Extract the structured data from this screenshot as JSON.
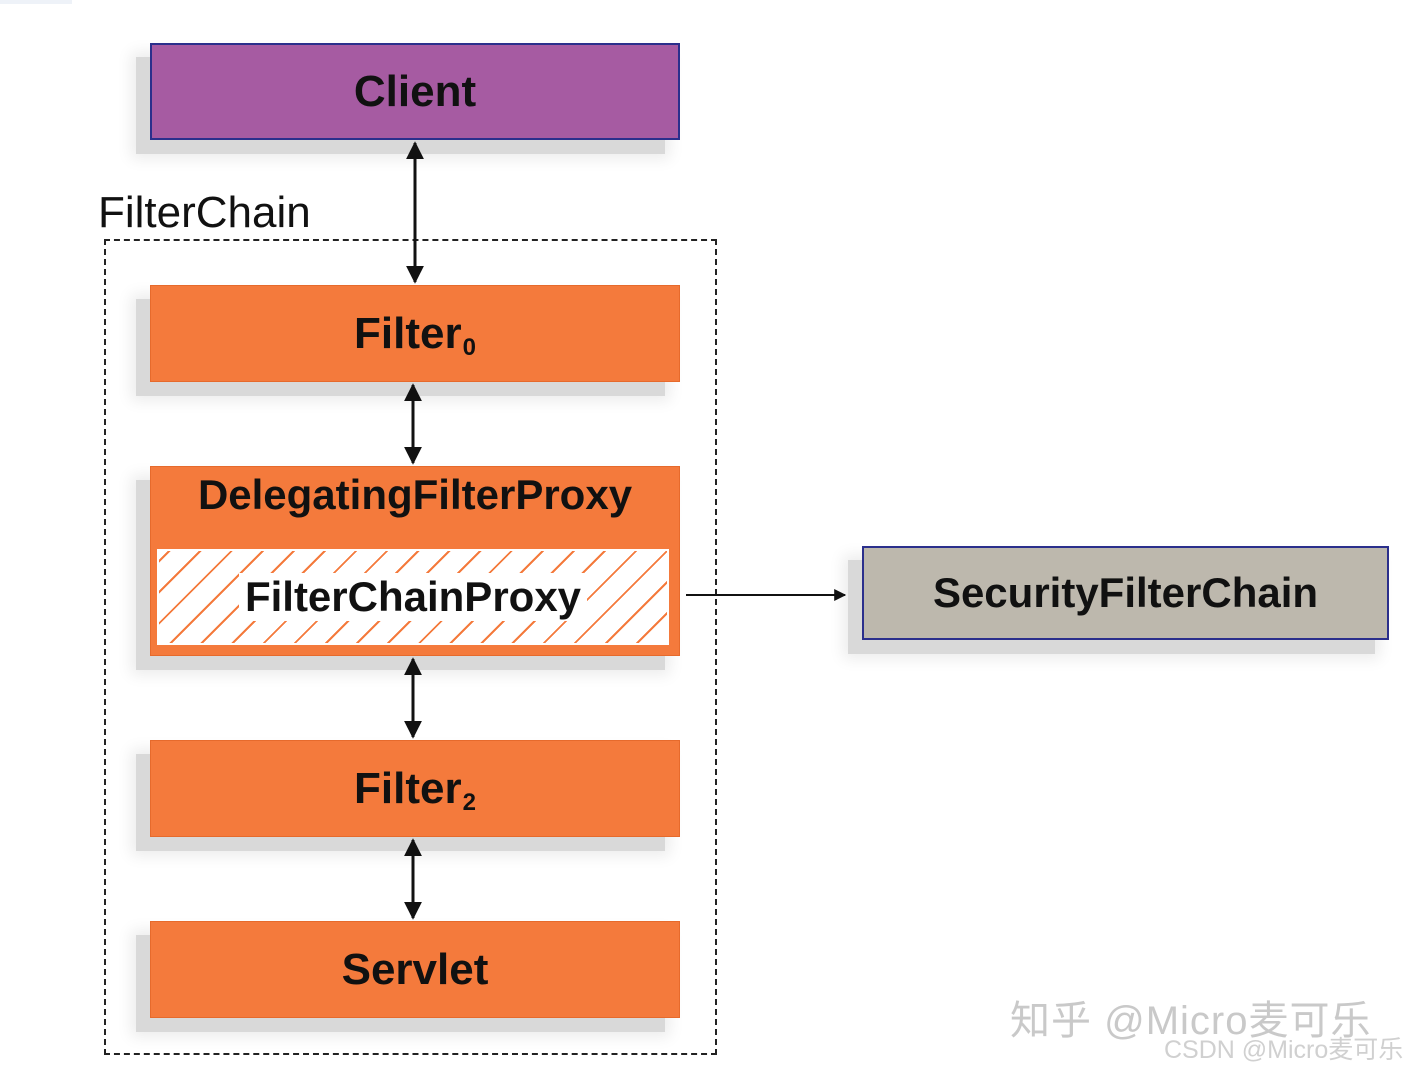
{
  "diagram": {
    "client_label": "Client",
    "filterchain_label": "FilterChain",
    "filter0": {
      "name": "Filter",
      "subscript": "0"
    },
    "delegating_label": "DelegatingFilterProxy",
    "filterchainproxy_label": "FilterChainProxy",
    "filter2": {
      "name": "Filter",
      "subscript": "2"
    },
    "servlet_label": "Servlet",
    "securityfilterchain_label": "SecurityFilterChain"
  },
  "watermark": {
    "zhihu": "知乎 @Micro麦可乐",
    "csdn": "CSDN @Micro麦可乐"
  },
  "colors": {
    "client_fill": "#a65ba2",
    "filter_fill": "#f47a3c",
    "security_fill": "#bdb8ad",
    "border_blue": "#2b2f8c"
  }
}
